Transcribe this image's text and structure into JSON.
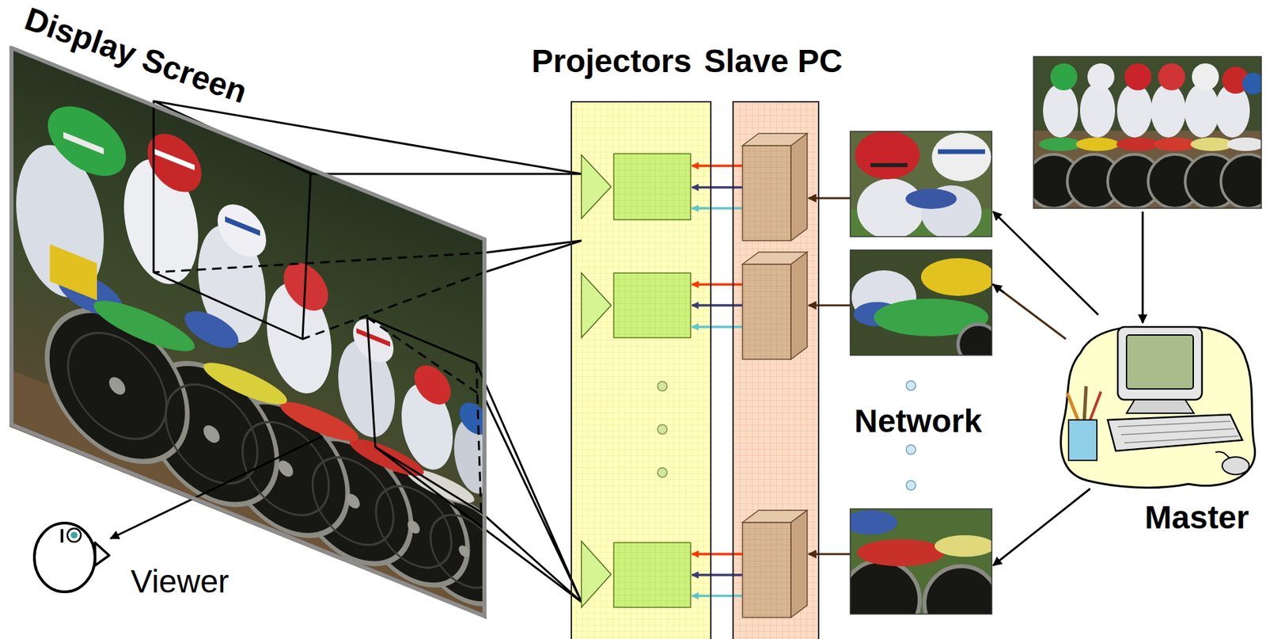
{
  "diagram": {
    "nodes": [
      {
        "text": [
          "Display Screen"
        ]
      },
      {
        "text": [
          "Viewer"
        ]
      },
      {
        "text": [
          "Projectors"
        ]
      },
      {
        "text": [
          "Slave PC"
        ]
      },
      {
        "text": [
          "Master"
        ]
      }
    ],
    "edges": [
      {
        "from": 4,
        "to": 3,
        "arrow": "to"
      },
      {
        "from": 3,
        "to": 2,
        "arrow": "to"
      },
      {
        "from": 2,
        "to": 0,
        "arrow": "none"
      },
      {
        "from": 0,
        "to": 1,
        "arrow": "to"
      }
    ],
    "labels": [
      "Network"
    ]
  }
}
